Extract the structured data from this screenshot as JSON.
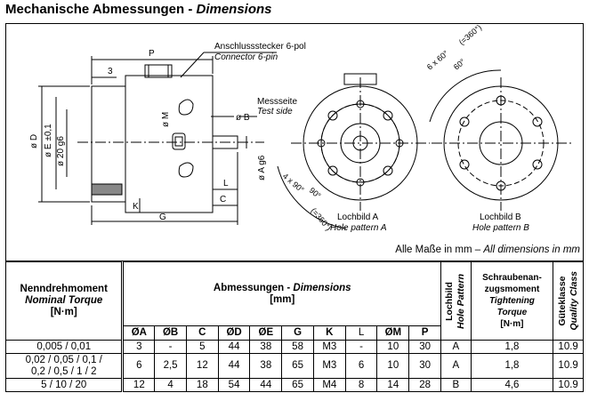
{
  "title": {
    "de": "Mechanische Abmessungen - ",
    "en": "Dimensions"
  },
  "drawing": {
    "connector_de": "Anschlussstecker 6-pol",
    "connector_en": "Connector 6-pin",
    "measuring_side_de": "Messseite",
    "measuring_side_en": "Test side",
    "dim_P": "P",
    "dim_3": "3",
    "dim_D": "ø D",
    "dim_E": "ø E ±0,1",
    "dim_20": "ø 20 g6",
    "dim_M": "ø M",
    "dim_B": "ø B",
    "dim_A": "ø A g6",
    "dim_L": "L",
    "dim_C": "C",
    "dim_K": "K",
    "dim_G": "G",
    "pattern_a_de": "Lochbild A",
    "pattern_a_en": "Hole pattern A",
    "pattern_b_de": "Lochbild B",
    "pattern_b_en": "Hole pattern B",
    "angle_a_4x90": "4 x 90°",
    "angle_a_eq": "(=360°)",
    "angle_a_90": "90°",
    "angle_b_6x60": "6 x 60°",
    "angle_b_eq": "(=360°)",
    "angle_b_60": "60°",
    "units_note_de": "Alle Maße in mm – ",
    "units_note_en": "All dimensions in mm"
  },
  "table": {
    "col1_de": "Nenndrehmoment",
    "col1_en": "Nominal Torque",
    "col1_unit": "[N·m]",
    "dims_de": "Abmessungen - ",
    "dims_en": "Dimensions",
    "dims_unit": "[mm]",
    "hole_de": "Lochbild",
    "hole_en": "Hole Pattern",
    "torque_de1": "Schraubenan-",
    "torque_de2": "zugsmoment",
    "torque_en1": "Tightening",
    "torque_en2": "Torque",
    "torque_unit": "[N·m]",
    "class_de": "Güteklasse",
    "class_en": "Quality Class",
    "sub_headers": [
      "ØA",
      "ØB",
      "C",
      "ØD",
      "ØE",
      "G",
      "K",
      "L",
      "ØM",
      "P"
    ],
    "rows": [
      {
        "torque": "0,005 / 0,01",
        "torque2": "",
        "vals": [
          "3",
          "-",
          "5",
          "44",
          "38",
          "58",
          "M3",
          "-",
          "10",
          "30"
        ],
        "pattern": "A",
        "tight": "1,8",
        "cls": "10.9"
      },
      {
        "torque": "0,02 / 0,05 / 0,1 /",
        "torque2": "0,2 / 0,5 / 1 / 2",
        "vals": [
          "6",
          "2,5",
          "12",
          "44",
          "38",
          "65",
          "M3",
          "6",
          "10",
          "30"
        ],
        "pattern": "A",
        "tight": "1,8",
        "cls": "10.9"
      },
      {
        "torque": "5 / 10 / 20",
        "torque2": "",
        "vals": [
          "12",
          "4",
          "18",
          "54",
          "44",
          "65",
          "M4",
          "8",
          "14",
          "28"
        ],
        "pattern": "B",
        "tight": "4,6",
        "cls": "10.9"
      }
    ]
  }
}
